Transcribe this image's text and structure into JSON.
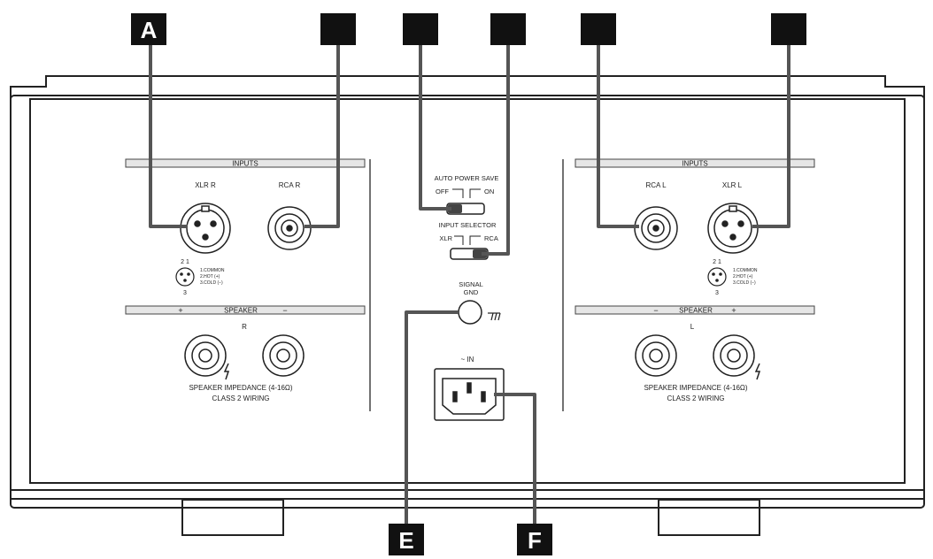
{
  "callouts": {
    "a": "A",
    "b": "",
    "c": "",
    "d": "",
    "e": "E",
    "f": "F",
    "g": "",
    "h": ""
  },
  "right_channel": {
    "inputs_header": "INPUTS",
    "xlr_label": "XLR R",
    "rca_label": "RCA R",
    "pin_top": "2  1",
    "pin_bottom": "3",
    "pin_legend": [
      "1.COMMON",
      "2.HOT (+)",
      "3.COLD (−)"
    ],
    "speaker_plus": "+",
    "speaker_label": "SPEAKER",
    "speaker_minus": "−",
    "channel_letter": "R",
    "impedance": "SPEAKER IMPEDANCE (4-16Ω)",
    "wiring": "CLASS 2 WIRING"
  },
  "left_channel": {
    "inputs_header": "INPUTS",
    "rca_label": "RCA L",
    "xlr_label": "XLR L",
    "pin_top": "2  1",
    "pin_bottom": "3",
    "pin_legend": [
      "1.COMMON",
      "2.HOT (+)",
      "3.COLD (−)"
    ],
    "speaker_minus": "−",
    "speaker_label": "SPEAKER",
    "speaker_plus": "+",
    "channel_letter": "L",
    "impedance": "SPEAKER IMPEDANCE (4-16Ω)",
    "wiring": "CLASS 2 WIRING"
  },
  "center": {
    "auto_power_save": "AUTO POWER SAVE",
    "off": "OFF",
    "on": "ON",
    "input_selector": "INPUT SELECTOR",
    "xlr": "XLR",
    "rca": "RCA",
    "signal": "SIGNAL",
    "gnd": "GND",
    "ac_in": "~ IN"
  },
  "colors": {
    "line": "#222222",
    "leader": "#555555",
    "tag_bg": "#111111",
    "bar": "#e6e6e6"
  }
}
